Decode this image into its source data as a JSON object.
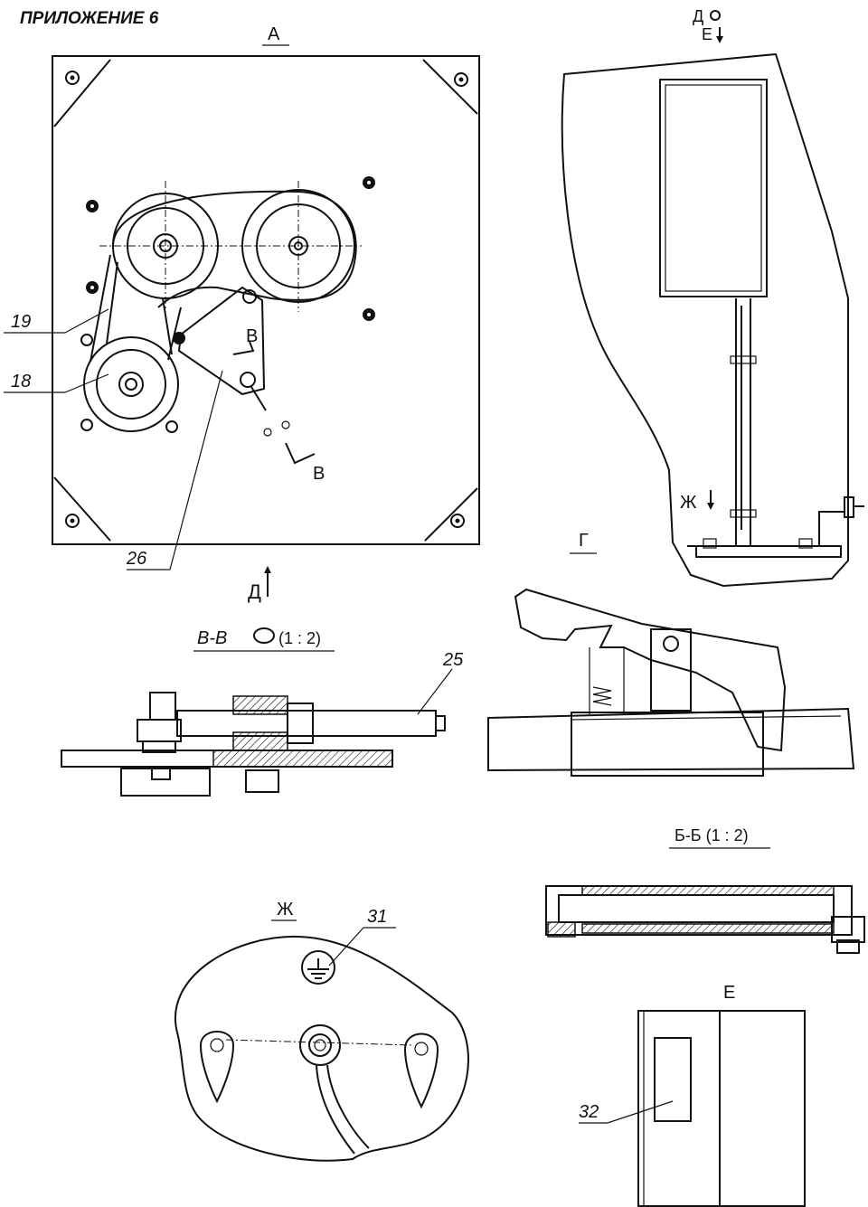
{
  "page": {
    "heading": "ПРИЛОЖЕНИЕ 6"
  },
  "view_a": {
    "title": "А",
    "callouts": [
      "19",
      "18",
      "26"
    ],
    "section_mark": "В",
    "bottom_arrow": "Д"
  },
  "view_side": {
    "top_label": "Д",
    "arrow_label_e": "Е",
    "arrow_label_zh": "Ж"
  },
  "view_g": {
    "title": "Г"
  },
  "section_vv": {
    "title": "В-В",
    "scale": "(1 : 2)",
    "callout": "25"
  },
  "section_bb": {
    "title": "Б-Б (1 : 2)"
  },
  "view_zh": {
    "title": "Ж",
    "callout": "31"
  },
  "view_e": {
    "title": "Е",
    "callout": "32"
  }
}
